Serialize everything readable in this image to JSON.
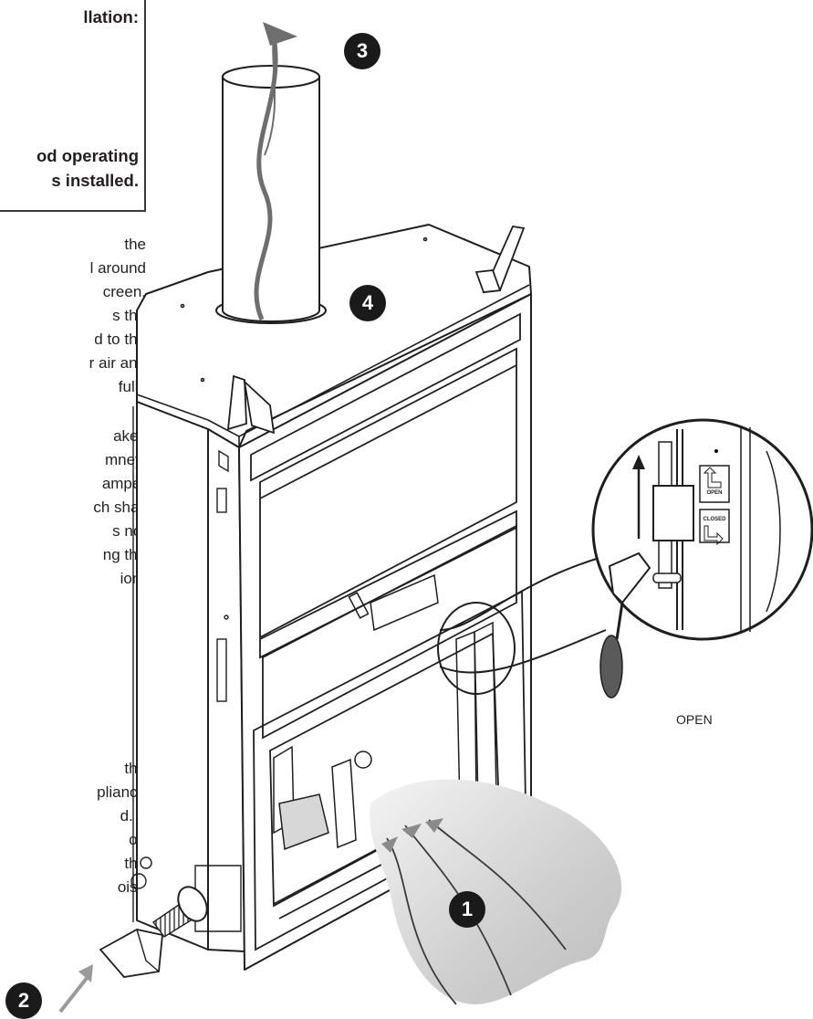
{
  "notice": {
    "line1": "llation:",
    "line2": "od operating",
    "line3": "s installed."
  },
  "body_text": {
    "block1": [
      "the",
      "l around",
      "creen.",
      "s the",
      "d to the",
      "r air and",
      "fully"
    ],
    "block2": [
      "akes",
      "mney.",
      "amper",
      "ch shall",
      "s not",
      "ng the",
      "ion”"
    ],
    "block3": [
      "the",
      "pliance",
      "d. If",
      "on",
      "the",
      "oist."
    ]
  },
  "callout": {
    "label_open": "OPEN",
    "label_closed": "CLOSED",
    "caption": "OPEN"
  },
  "markers": [
    "1",
    "2",
    "3",
    "4"
  ],
  "colors": {
    "ink": "#231f20",
    "marker": "#1a1a1a",
    "flow": "#9a9a9a",
    "smoke": "#6e6e6e"
  }
}
